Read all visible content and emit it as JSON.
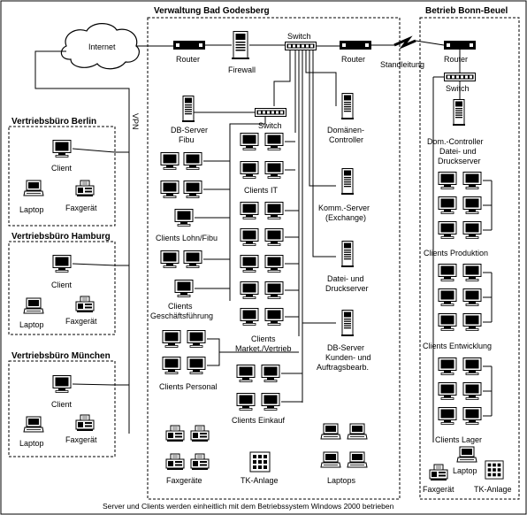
{
  "title_left": "Verwaltung Bad Godesberg",
  "title_right": "Betrieb Bonn-Beuel",
  "internet": "Internet",
  "vpn": "VPN",
  "standleitung": "Standleitung",
  "switch": "Switch",
  "router": "Router",
  "firewall": "Firewall",
  "dbserver_fibu": [
    "DB-Server",
    "Fibu"
  ],
  "domaenen_controller": [
    "Domänen-",
    "Controller"
  ],
  "komm_server": [
    "Komm.-Server",
    "(Exchange)"
  ],
  "datei_druckserver": [
    "Datei- und",
    "Druckserver"
  ],
  "db_server_kunden": [
    "DB-Server",
    "Kunden- und",
    "Auftragsbearb."
  ],
  "clients_it": "Clients IT",
  "clients_lohn": "Clients Lohn/Fibu",
  "clients_gf": [
    "Clients",
    "Geschäftsführung"
  ],
  "clients_market": [
    "Clients",
    "Market./Vertrieb"
  ],
  "clients_personal": "Clients Personal",
  "clients_einkauf": "Clients Einkauf",
  "faxgeraete": "Faxgeräte",
  "tk_anlage": "TK-Anlage",
  "laptops": "Laptops",
  "dom_controller": [
    "Dom.-Controller",
    "Datei- und",
    "Druckserver"
  ],
  "clients_produktion": "Clients Produktion",
  "clients_entwicklung": "Clients Entwicklung",
  "clients_lager": "Clients Lager",
  "laptop": "Laptop",
  "faxgeraet": "Faxgerät",
  "client": "Client",
  "tk_anlage_r": "TK-Anlage",
  "offices": [
    "Vertriebsbüro Berlin",
    "Vertriebsbüro Hamburg",
    "Vertriebsbüro München"
  ],
  "footer": "Server und Clients werden einheitlich mit dem Betriebssystem Windows 2000 betrieben"
}
